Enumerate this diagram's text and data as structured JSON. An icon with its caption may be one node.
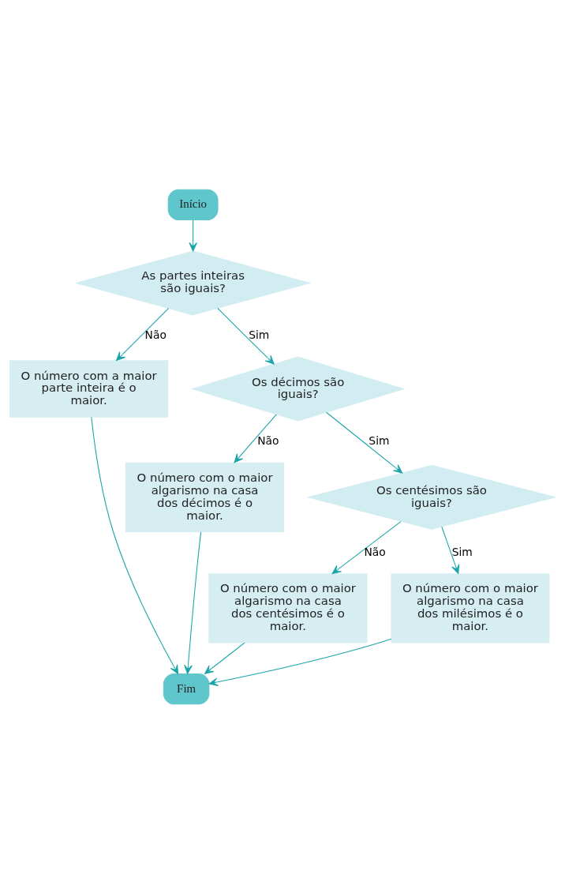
{
  "diagram": {
    "nodes": [
      {
        "text": [
          "Início"
        ]
      },
      {
        "text": [
          "As partes inteiras são iguais?"
        ]
      },
      {
        "text": [
          "O número com a maior parte inteira é o maior."
        ]
      },
      {
        "text": [
          "Os décimos são iguais?"
        ]
      },
      {
        "text": [
          "O número com o maior algarismo na casa dos décimos é o maior."
        ]
      },
      {
        "text": [
          "Os centésimos são iguais?"
        ]
      },
      {
        "text": [
          "O número com o maior algarismo na casa dos centésimos é o maior."
        ]
      },
      {
        "text": [
          "O número com o maior algarismo na casa dos milésimos é o maior."
        ]
      },
      {
        "text": [
          "Fim"
        ]
      }
    ],
    "edges": [
      {
        "from": 0,
        "to": 1,
        "arrow": "to"
      },
      {
        "from": 1,
        "to": 2,
        "arrow": "to",
        "label": "Não"
      },
      {
        "from": 1,
        "to": 3,
        "arrow": "to",
        "label": "Sim"
      },
      {
        "from": 3,
        "to": 4,
        "arrow": "to",
        "label": "Não"
      },
      {
        "from": 3,
        "to": 5,
        "arrow": "to",
        "label": "Sim"
      },
      {
        "from": 5,
        "to": 6,
        "arrow": "to",
        "label": "Não"
      },
      {
        "from": 5,
        "to": 7,
        "arrow": "to",
        "label": "Sim"
      },
      {
        "from": 6,
        "to": 8,
        "arrow": "to"
      },
      {
        "from": 7,
        "to": 8,
        "arrow": "to"
      },
      {
        "from": 4,
        "to": 8,
        "arrow": "to"
      },
      {
        "from": 2,
        "to": 8,
        "arrow": "to"
      }
    ]
  }
}
